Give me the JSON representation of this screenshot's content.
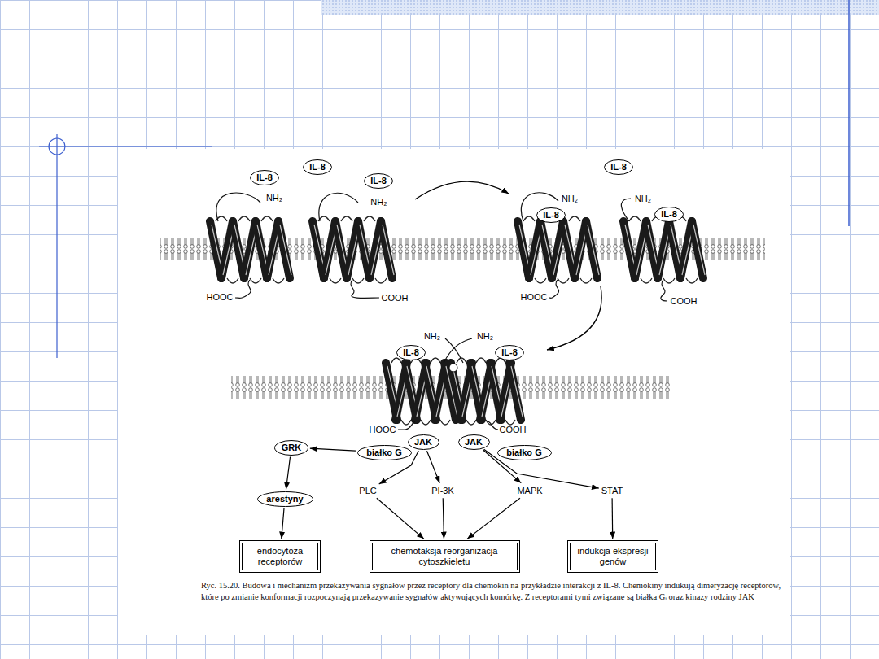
{
  "diagram": {
    "caption": "Ryc. 15.20. Budowa i mechanizm przekazywania sygnałów przez receptory dla chemokin na przykładzie interakcji z IL-8. Chemokiny indukują dimeryzację receptorów, które po zmianie konformacji rozpoczynają przekazywanie sygnałów aktywujących komórkę. Z receptorami tymi związane są białka Gᵢ oraz kinazy rodziny JAK",
    "nodes": [
      {
        "text": [
          "IL-8"
        ]
      },
      {
        "text": [
          "IL-8"
        ]
      },
      {
        "text": [
          "IL-8"
        ]
      },
      {
        "text": [
          "IL-8"
        ]
      },
      {
        "text": [
          "IL-8"
        ]
      },
      {
        "text": [
          "IL-8"
        ]
      },
      {
        "text": [
          "IL-8"
        ]
      },
      {
        "text": [
          "IL-8"
        ]
      },
      {
        "text": [
          "GRK"
        ]
      },
      {
        "text": [
          "JAK"
        ]
      },
      {
        "text": [
          "JAK"
        ]
      },
      {
        "text": [
          "białko G"
        ]
      },
      {
        "text": [
          "białko G"
        ]
      },
      {
        "text": [
          "arestyny"
        ]
      },
      {
        "text": [
          "PLC"
        ]
      },
      {
        "text": [
          "PI-3K"
        ]
      },
      {
        "text": [
          "MAPK"
        ]
      },
      {
        "text": [
          "STAT"
        ]
      },
      {
        "text": [
          "endocytoza receptorów"
        ]
      },
      {
        "text": [
          "chemotaksja reorganizacja cytoszkieletu"
        ]
      },
      {
        "text": [
          "indukcja ekspresji genów"
        ]
      }
    ],
    "edges": [
      {
        "from": 11,
        "to": 8,
        "arrow": "to"
      },
      {
        "from": 8,
        "to": 13,
        "arrow": "to"
      },
      {
        "from": 13,
        "to": 18,
        "arrow": "to"
      },
      {
        "from": 9,
        "to": 14,
        "arrow": "to"
      },
      {
        "from": 9,
        "to": 15,
        "arrow": "to"
      },
      {
        "from": 10,
        "to": 16,
        "arrow": "to"
      },
      {
        "from": 10,
        "to": 17,
        "arrow": "to"
      },
      {
        "from": 14,
        "to": 19,
        "arrow": "to"
      },
      {
        "from": 15,
        "to": 19,
        "arrow": "to"
      },
      {
        "from": 16,
        "to": 19,
        "arrow": "to"
      },
      {
        "from": 17,
        "to": 20,
        "arrow": "to"
      }
    ],
    "labels": [
      "NH₂",
      "- NH₂",
      "NH₂",
      "NH₂",
      "HOOC",
      "COOH",
      "HOOC",
      "COOH",
      "NH₂",
      "NH₂",
      "HOOC",
      "COOH"
    ]
  }
}
